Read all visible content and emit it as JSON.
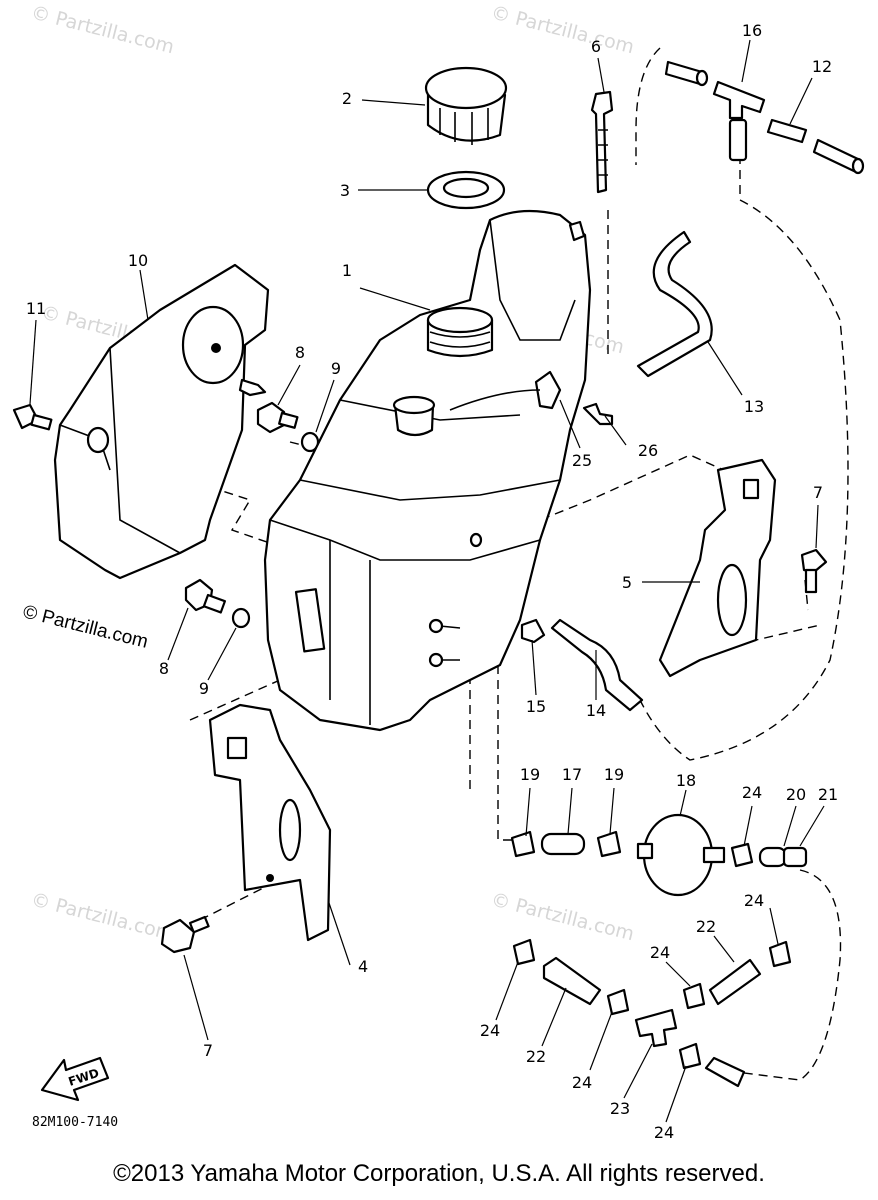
{
  "watermarks": [
    "© Partzilla.com",
    "© Partzilla.com",
    "© Partzilla.com",
    "© Partzilla.com",
    "© Partzilla.com",
    "© Partzilla.com"
  ],
  "side_watermark": "© Partzilla.com",
  "callouts": [
    "1",
    "2",
    "3",
    "4",
    "5",
    "6",
    "7",
    "7",
    "8",
    "8",
    "9",
    "9",
    "10",
    "11",
    "12",
    "13",
    "14",
    "15",
    "16",
    "17",
    "18",
    "19",
    "19",
    "20",
    "21",
    "22",
    "22",
    "23",
    "24",
    "24",
    "24",
    "24",
    "24",
    "24",
    "25",
    "26"
  ],
  "fwd_label": "FWD",
  "diagram_code": "82M100-7140",
  "copyright": "©2013 Yamaha Motor Corporation, U.S.A. All rights reserved."
}
